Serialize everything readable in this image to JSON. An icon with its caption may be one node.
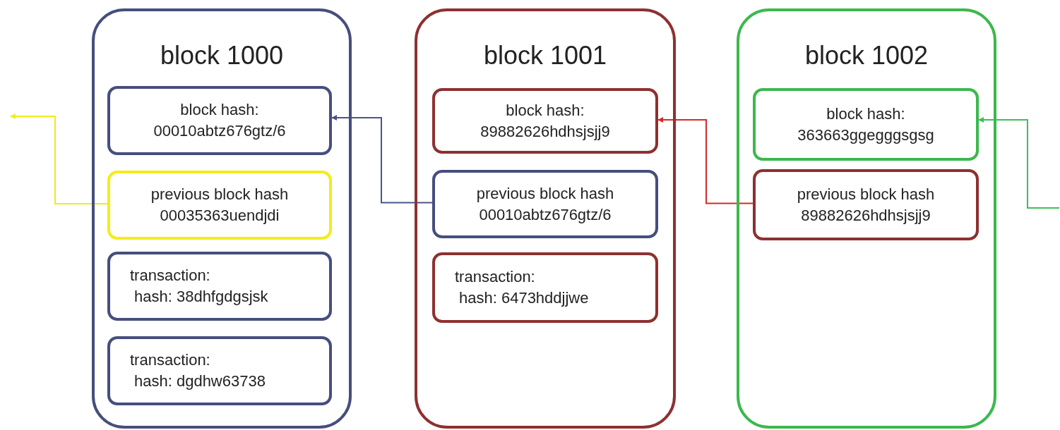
{
  "diagram": {
    "nodes": [
      {
        "text": [
          "block 1000"
        ]
      },
      {
        "text": [
          "block hash:",
          "00010abtz676gtz/6"
        ],
        "in": 0
      },
      {
        "text": [
          "previous block hash",
          "00035363uendjdi"
        ],
        "in": 0
      },
      {
        "text": [
          "transaction:",
          "hash: 38dhfgdgsjsk"
        ],
        "in": 0
      },
      {
        "text": [
          "transaction:",
          "hash: dgdhw63738"
        ],
        "in": 0
      },
      {
        "text": [
          "block 1001"
        ]
      },
      {
        "text": [
          "block hash:",
          "89882626hdhsjsjj9"
        ],
        "in": 5
      },
      {
        "text": [
          "previous block hash",
          "00010abtz676gtz/6"
        ],
        "in": 5
      },
      {
        "text": [
          "transaction:",
          "hash: 6473hddjjwe"
        ],
        "in": 5
      },
      {
        "text": [
          "block 1002"
        ]
      },
      {
        "text": [
          "block hash:",
          "363663ggegggsgsg"
        ],
        "in": 9
      },
      {
        "text": [
          "previous block hash",
          "89882626hdhsjsjj9"
        ],
        "in": 9
      }
    ],
    "edges": [
      {
        "from": 2,
        "to": null,
        "arrow": "to",
        "color": "#f2ea1a"
      },
      {
        "from": 7,
        "to": 1,
        "arrow": "to",
        "color": "#4a5488"
      },
      {
        "from": 11,
        "to": 6,
        "arrow": "to",
        "color": "#d42a2a"
      },
      {
        "from": null,
        "to": 10,
        "arrow": "to",
        "color": "#3cbf5a"
      }
    ]
  }
}
